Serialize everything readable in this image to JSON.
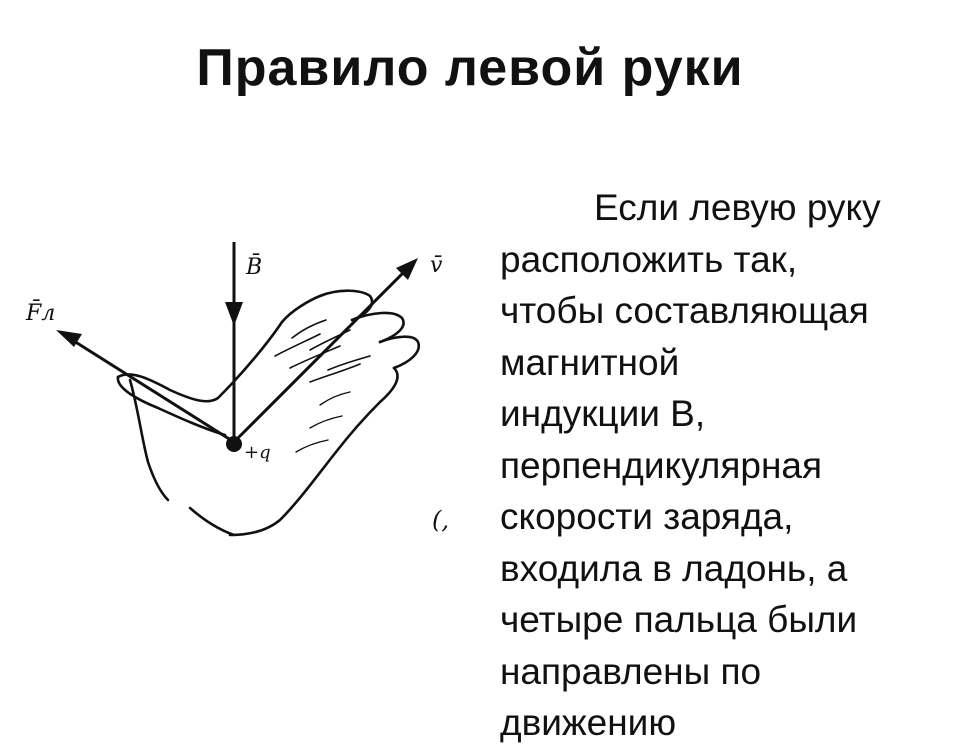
{
  "title": "Правило левой  руки",
  "figure": {
    "label_force": "F̄л",
    "label_induction": "B̄",
    "label_velocity": "v̄",
    "label_charge": "+q",
    "label_corner": "(,"
  },
  "text_lines": [
    "Если левую руку",
    "расположить так,",
    "чтобы составляющая",
    "магнитной",
    "индукции В,",
    "перпендикулярная",
    "скорости заряда,",
    "входила в ладонь, а",
    "четыре пальца были",
    "направлены по",
    "движению"
  ]
}
